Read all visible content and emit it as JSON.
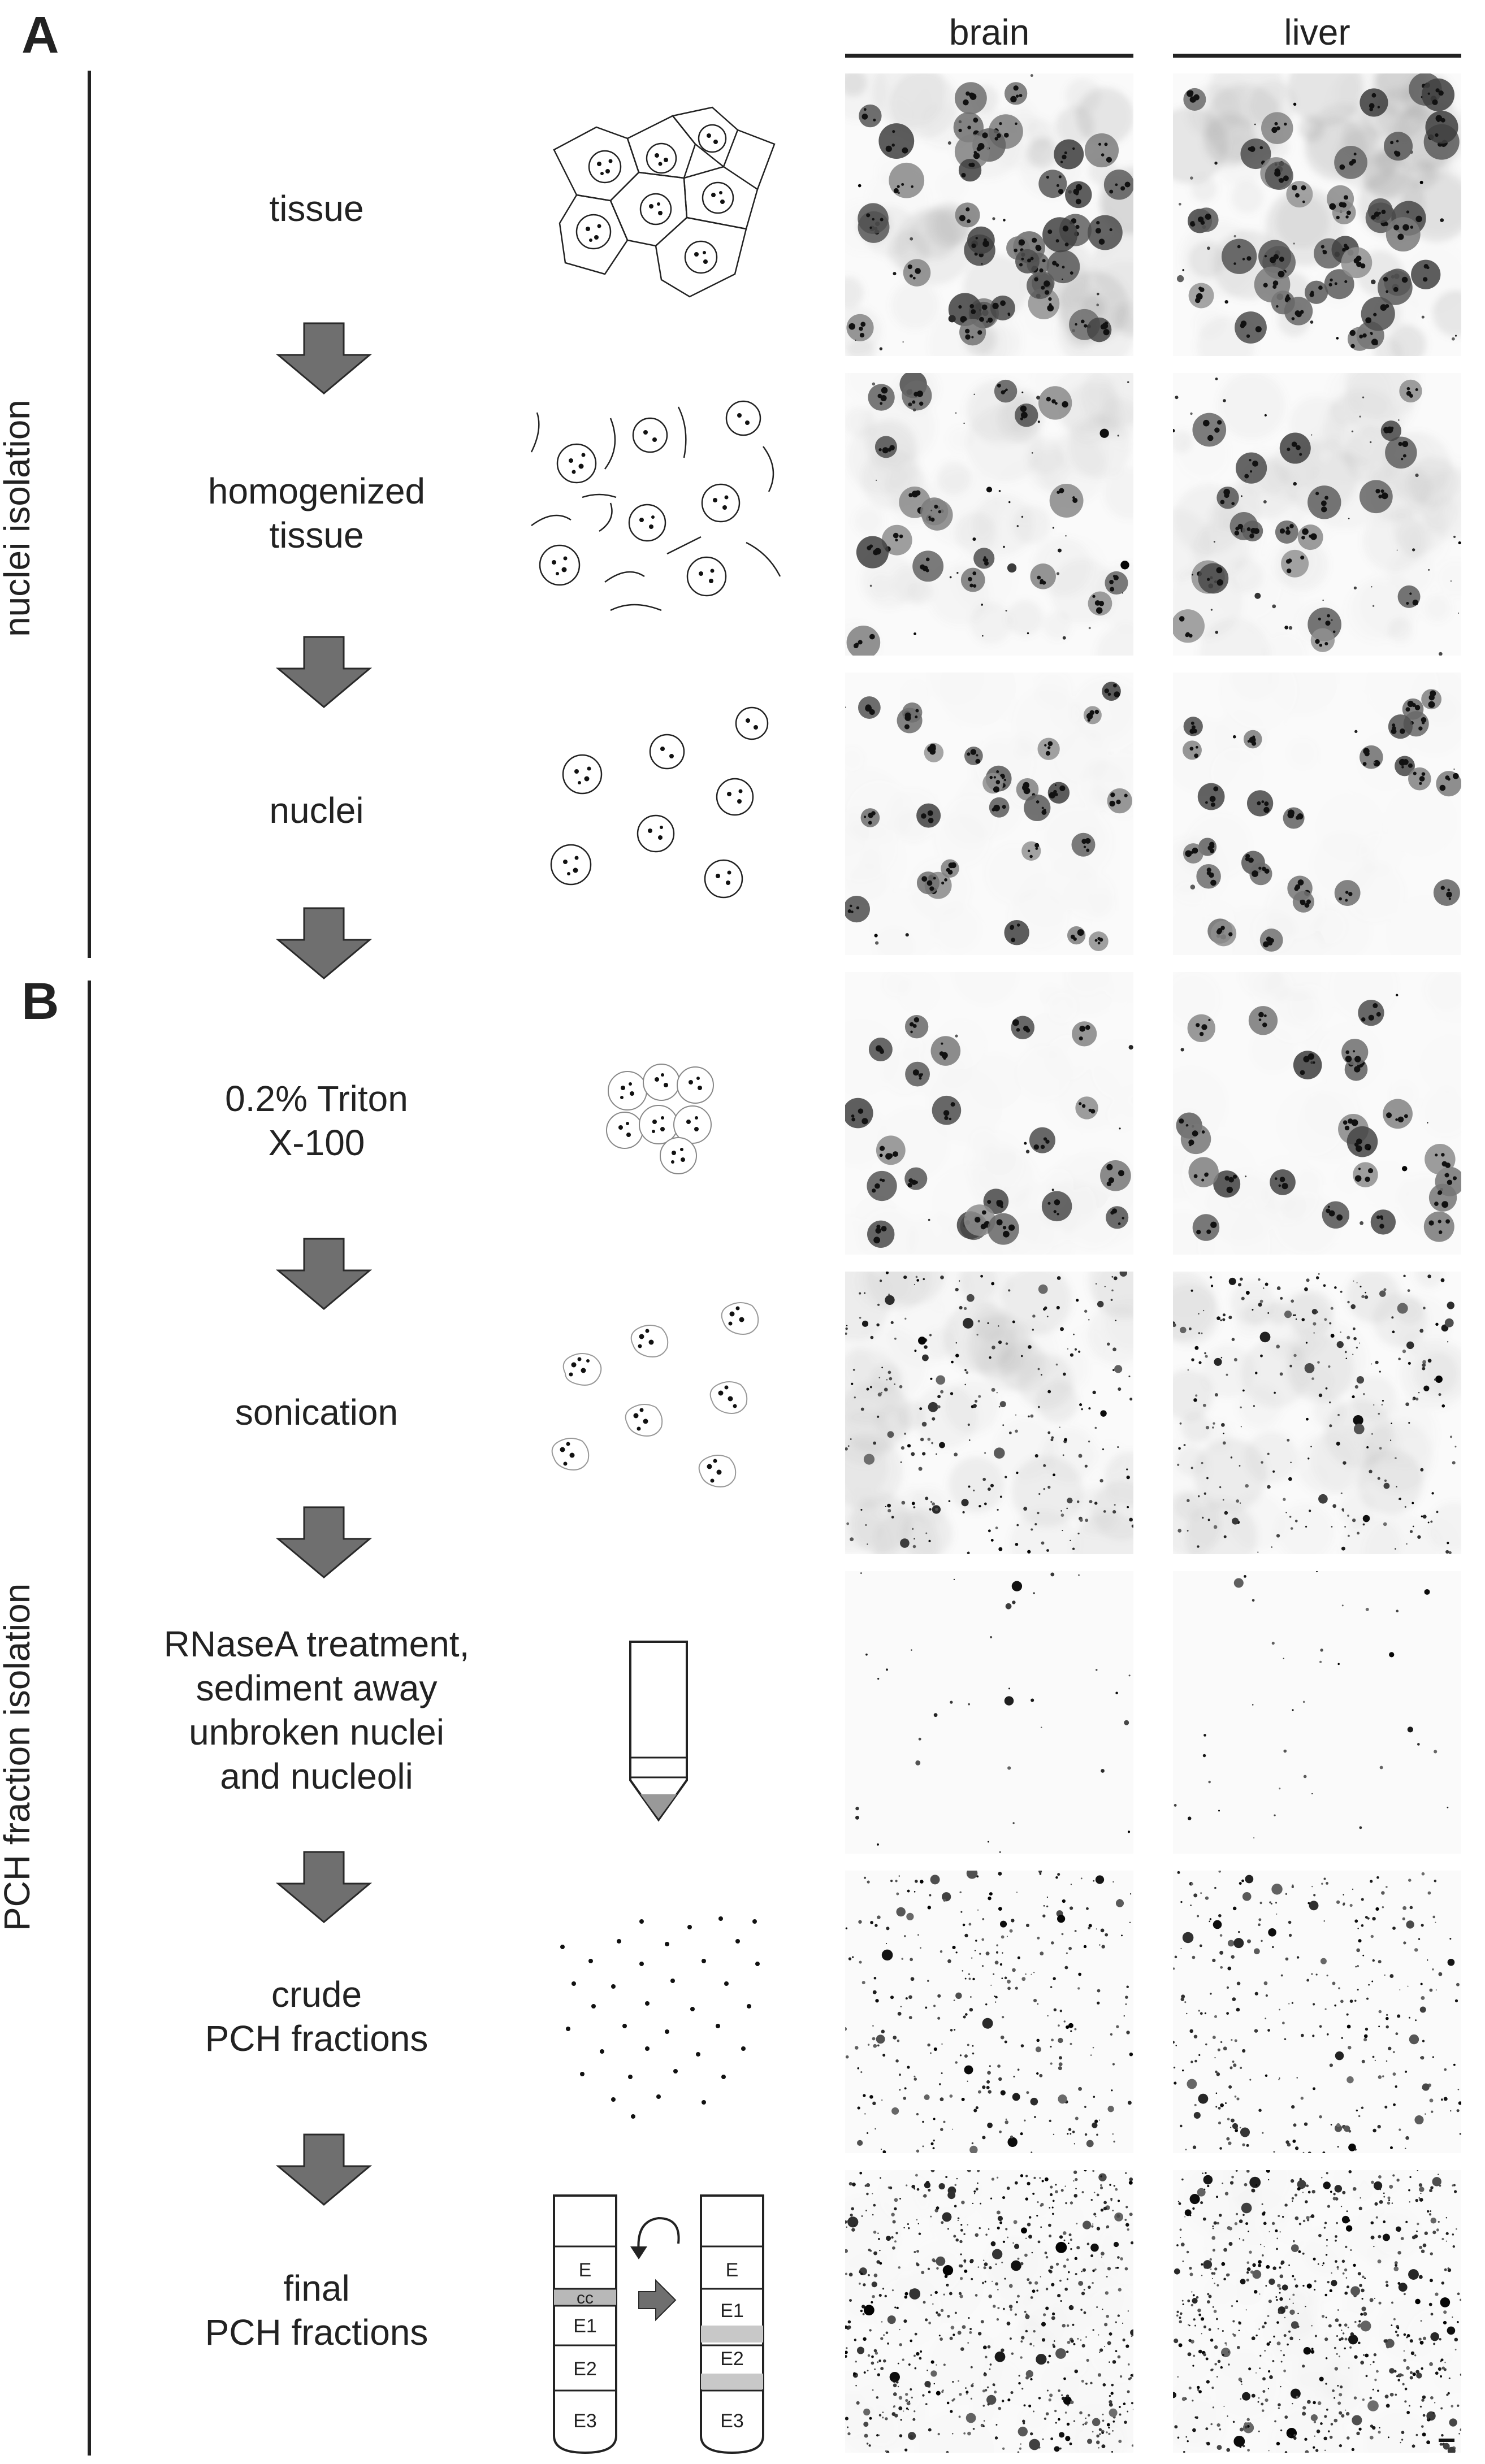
{
  "panels": {
    "a": "A",
    "b": "B"
  },
  "columns": {
    "brain": "brain",
    "liver": "liver"
  },
  "sections": {
    "nuclei_isolation": "nuclei isolation",
    "pch_isolation": "PCH fraction isolation"
  },
  "steps": {
    "tissue": [
      "tissue"
    ],
    "homogenized": [
      "homogenized",
      "tissue"
    ],
    "nuclei": [
      "nuclei"
    ],
    "triton": [
      "0.2% Triton",
      "X-100"
    ],
    "sonication": [
      "sonication"
    ],
    "rnase": [
      "RNaseA treatment,",
      "sediment away",
      "unbroken nuclei",
      "and nucleoli"
    ],
    "crude": [
      "crude",
      "PCH fractions"
    ],
    "final": [
      "final",
      "PCH fractions"
    ]
  },
  "tubes": {
    "left": [
      "E",
      "cc",
      "E1",
      "E2",
      "E3"
    ],
    "right": [
      "E",
      "E1",
      "E2",
      "E3"
    ]
  },
  "colors": {
    "arrow": "#6f6f6f",
    "arrow_stroke": "#2a2a2a",
    "ink": "#222222",
    "band": "#c8c8c8"
  }
}
